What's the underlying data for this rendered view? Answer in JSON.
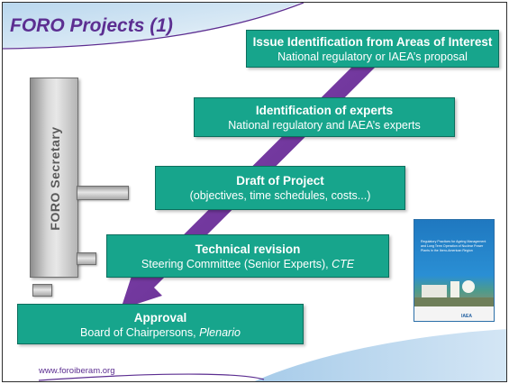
{
  "title": "FORO Projects (1)",
  "side_label": "FORO Secretary",
  "steps": [
    {
      "heading": "Issue Identification from Areas of Interest",
      "detail": "National regulatory or IAEA’s proposal"
    },
    {
      "heading": "Identification of experts",
      "detail": "National regulatory and IAEA’s experts"
    },
    {
      "heading": "Draft of Project",
      "detail": "(objectives, time schedules, costs...)"
    },
    {
      "heading": "Technical revision",
      "detail": "Steering Committee (Senior Experts), ",
      "detail_italic": "CTE"
    },
    {
      "heading": "Approval",
      "detail": "Board of Chairpersons, ",
      "detail_italic": "Plenario"
    }
  ],
  "document_cover": {
    "title": "Regulatory Practices for Ageing Management and Long Term Operation of Nuclear Power Plants in the Ibero-American Region",
    "logo": "IAEA"
  },
  "footer": {
    "url": "www.foroiberam.org"
  },
  "colors": {
    "title": "#5c2e91",
    "box_fill": "#17a58c",
    "arrow": "#6a2f96",
    "secretary_bar": "#c8c8c8"
  }
}
